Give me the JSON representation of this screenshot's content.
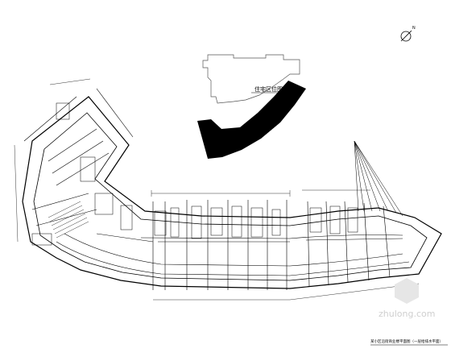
{
  "drawing": {
    "key_plan_label": "住宅区位图",
    "north_marker": "N",
    "plan_title": "某小区沿街商业楼平面图（一层给排水平面）",
    "watermark_text": "zhulong.com",
    "wall_color": "#000000",
    "fill_color": "#000000",
    "background": "#ffffff",
    "watermark_color": "#cfcfcf",
    "watermark_icon": "hexagon-logo-icon"
  }
}
